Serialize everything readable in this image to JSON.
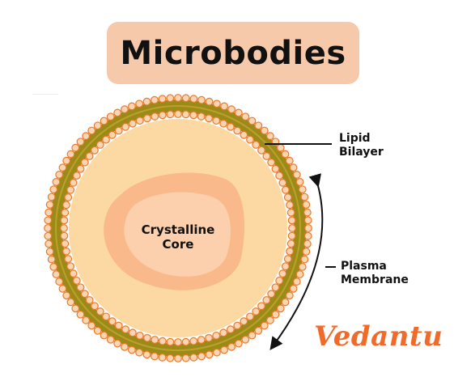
{
  "title": "Microbodies",
  "labels": {
    "lipid_line1": "Lipid",
    "lipid_line2": "Bilayer",
    "plasma_line1": "Plasma",
    "plasma_line2": "Membrane",
    "core_line1": "Crystalline",
    "core_line2": "Core"
  },
  "logo": "Vedantu",
  "colors": {
    "title_bg": "#f6c9aa",
    "membrane_head": "#fbd5b2",
    "membrane_head_stroke": "#e8792a",
    "membrane_band": "#9c8a18",
    "cytoplasm": "#fcd9a2",
    "core_outer": "#f9b98a",
    "core_inner": "#fccfad",
    "logo": "#f06a2a"
  }
}
